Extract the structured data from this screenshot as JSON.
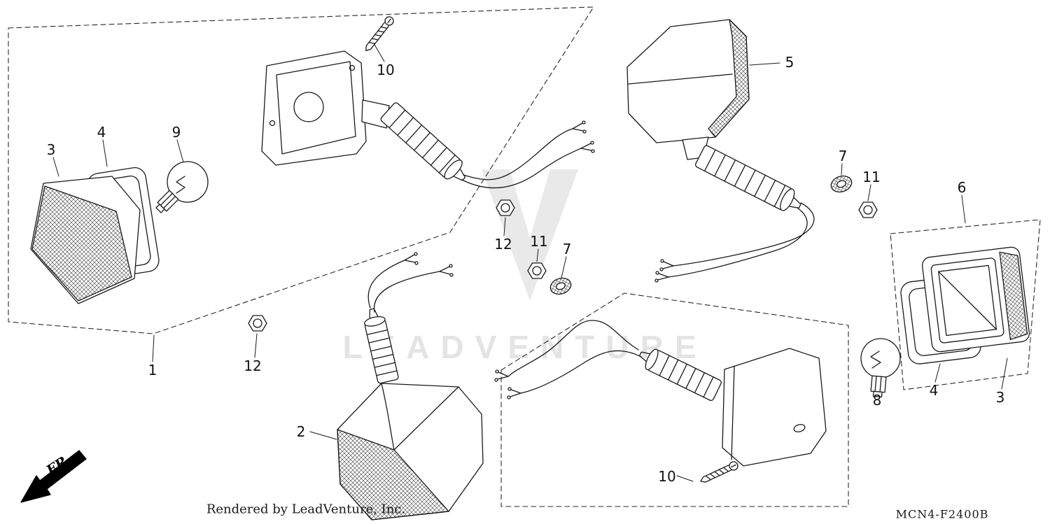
{
  "page": {
    "background": "#ffffff",
    "line_color": "#1a1a1a",
    "watermark_color": "#e4e4e4",
    "watermark": "LEADVENTURE",
    "credit": "Rendered by LeadVenture, Inc.",
    "diagram_code": "MCN4-F2400B",
    "direction_label": "FR."
  },
  "callouts": [
    {
      "part": "3"
    },
    {
      "part": "4"
    },
    {
      "part": "9"
    },
    {
      "part": "10"
    },
    {
      "part": "1"
    },
    {
      "part": "12"
    },
    {
      "part": "11"
    },
    {
      "part": "7"
    },
    {
      "part": "5"
    },
    {
      "part": "7"
    },
    {
      "part": "11"
    },
    {
      "part": "6"
    },
    {
      "part": "12"
    },
    {
      "part": "2"
    },
    {
      "part": "8"
    },
    {
      "part": "4"
    },
    {
      "part": "3"
    },
    {
      "part": "10"
    }
  ]
}
